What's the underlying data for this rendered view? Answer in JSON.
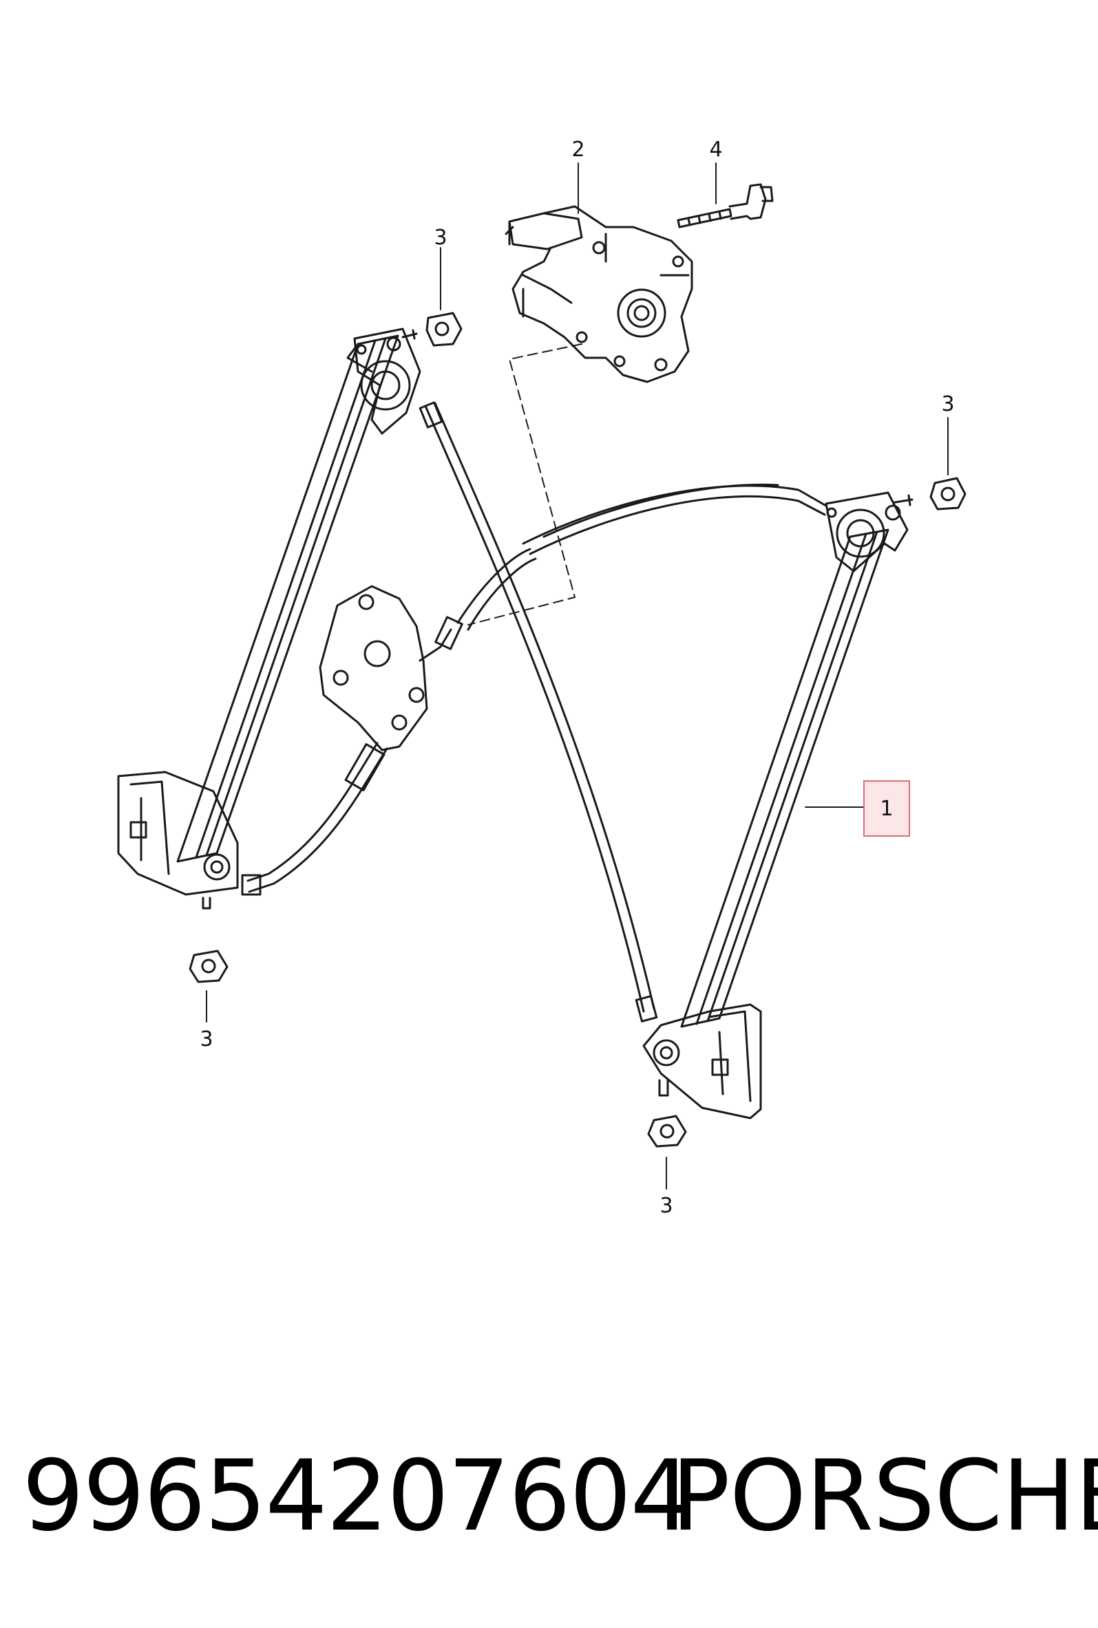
{
  "diagram": {
    "callouts": {
      "c1": "1",
      "c2": "2",
      "c3a": "3",
      "c3b": "3",
      "c3c": "3",
      "c3d": "3",
      "c4": "4"
    },
    "colors": {
      "line": "#1a1a1a",
      "highlight_border": "#e06a72",
      "highlight_fill": "#fbe6e8"
    }
  },
  "footer": {
    "part_number": "99654207604",
    "brand": "PORSCHE"
  }
}
